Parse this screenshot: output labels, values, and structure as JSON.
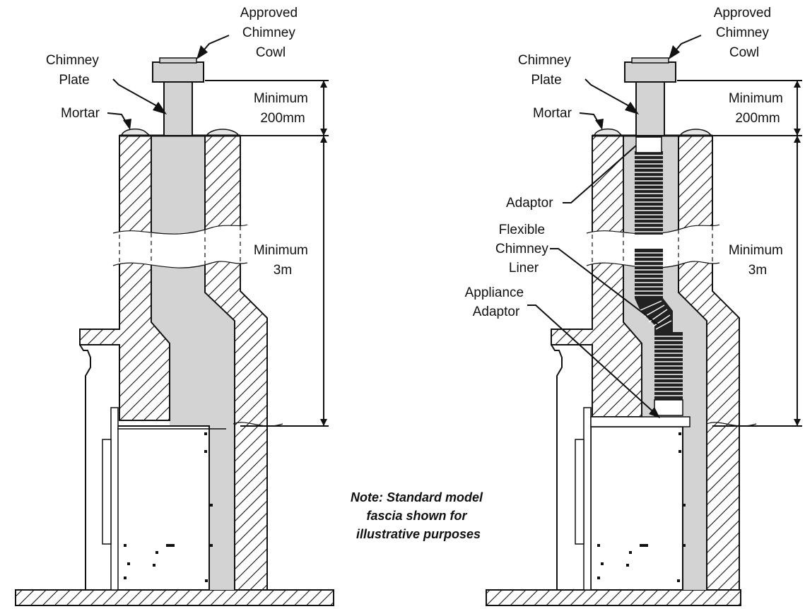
{
  "colors": {
    "flue": "#d3d3d3",
    "line": "#111111",
    "background": "#ffffff"
  },
  "left": {
    "cowl": "Approved Chimney Cowl",
    "plate": "Chimney Plate",
    "mortar": "Mortar",
    "min_top": "Minimum 200mm",
    "min_height": "Minimum 3m"
  },
  "right": {
    "cowl": "Approved Chimney Cowl",
    "plate": "Chimney Plate",
    "mortar": "Mortar",
    "adaptor": "Adaptor",
    "liner": "Flexible Chimney Liner",
    "appliance_adaptor": "Appliance Adaptor",
    "min_top": "Minimum 200mm",
    "min_height": "Minimum 3m"
  },
  "note": "Note: Standard model fascia shown for illustrative purposes"
}
